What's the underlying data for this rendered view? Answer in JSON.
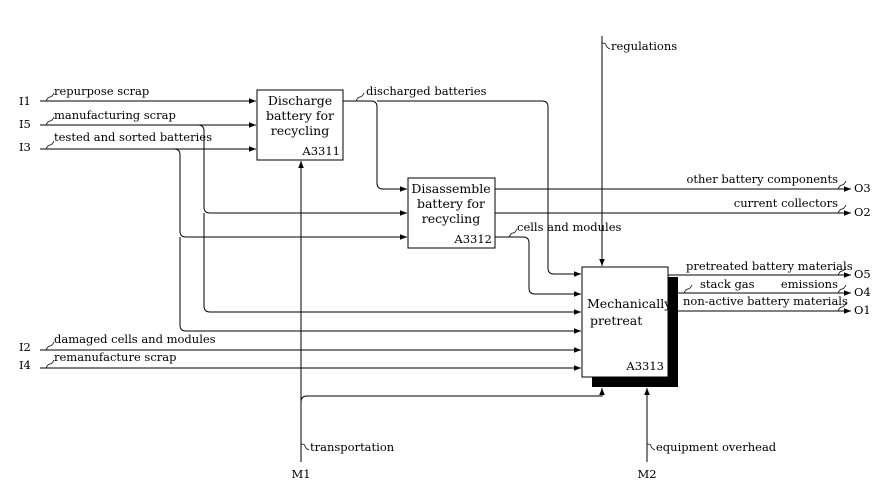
{
  "boxes": {
    "a3311": {
      "line1": "Discharge",
      "line2": "battery for",
      "line3": "recycling",
      "code": "A3311"
    },
    "a3312": {
      "line1": "Disassemble",
      "line2": "battery for",
      "line3": "recycling",
      "code": "A3312"
    },
    "a3313": {
      "line1": "Mechanically",
      "line2": "pretreat",
      "code": "A3313"
    }
  },
  "inputs": {
    "i1": {
      "code": "I1",
      "label": "repurpose scrap"
    },
    "i5": {
      "code": "I5",
      "label": "manufacturing scrap"
    },
    "i3": {
      "code": "I3",
      "label": "tested and sorted batteries"
    },
    "i2": {
      "code": "I2",
      "label": "damaged cells and modules"
    },
    "i4": {
      "code": "I4",
      "label": "remanufacture scrap"
    }
  },
  "outputs": {
    "o3": {
      "code": "O3",
      "label": "other battery components"
    },
    "o2": {
      "code": "O2",
      "label": "current collectors"
    },
    "o5": {
      "code": "O5",
      "label": "pretreated battery materials"
    },
    "o4": {
      "code": "O4",
      "label_a": "stack gas",
      "label_b": "emissions"
    },
    "o1": {
      "code": "O1",
      "label": "non-active battery materials"
    }
  },
  "internal": {
    "discharged": "discharged batteries",
    "cells": "cells and modules"
  },
  "controls": {
    "regulations": "regulations"
  },
  "mechanisms": {
    "m1": {
      "code": "M1",
      "label": "transportation"
    },
    "m2": {
      "code": "M2",
      "label": "equipment overhead"
    }
  }
}
